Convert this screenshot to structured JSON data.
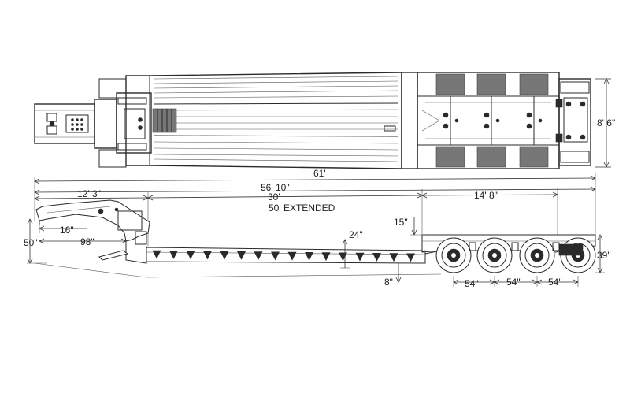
{
  "dimensions": {
    "overall_length": "61'",
    "deck_length": "56' 10\"",
    "gooseneck_length": "12' 3\"",
    "well_length": "30'",
    "well_extended": "50' EXTENDED",
    "rear_deck": "14' 8\"",
    "width": "8' 6\"",
    "rear_deck_height": "15\"",
    "front_height": "50\"",
    "kingpin_offset": "16\"",
    "swing_radius": "98\"",
    "deck_height": "24\"",
    "ground_clearance": "8\"",
    "rear_height": "39\"",
    "axle_spacing_1": "54\"",
    "axle_spacing_2": "54\"",
    "axle_spacing_3": "54\""
  },
  "colors": {
    "line": "#2a2a2a",
    "background": "#ffffff"
  }
}
